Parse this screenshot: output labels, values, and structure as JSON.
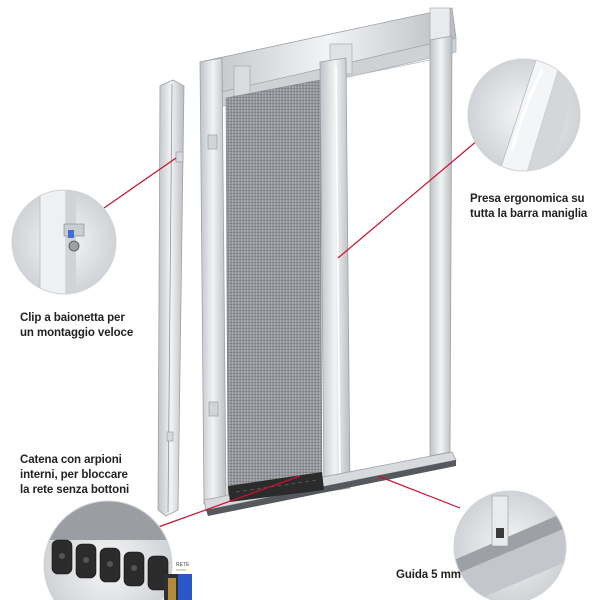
{
  "callouts": {
    "presa": {
      "lines": [
        "Presa ergonomica su",
        "tutta la barra maniglia"
      ]
    },
    "clip": {
      "lines": [
        "Clip a baionetta per",
        "un montaggio veloce"
      ]
    },
    "catena": {
      "lines": [
        "Catena con arpioni",
        "interni, per bloccare",
        "la rete senza bottoni"
      ]
    },
    "guida": {
      "lines": [
        "Guida 5 mm"
      ]
    }
  },
  "inset_text": {
    "rete": "RETE"
  },
  "colors": {
    "callout_line": "#c8102e",
    "frame": "#e4e6e8",
    "frame_shadow": "#a9adb2",
    "mesh": "#8e9297",
    "chain": "#2b2b2b",
    "profile_blue": "#2a56c6"
  }
}
